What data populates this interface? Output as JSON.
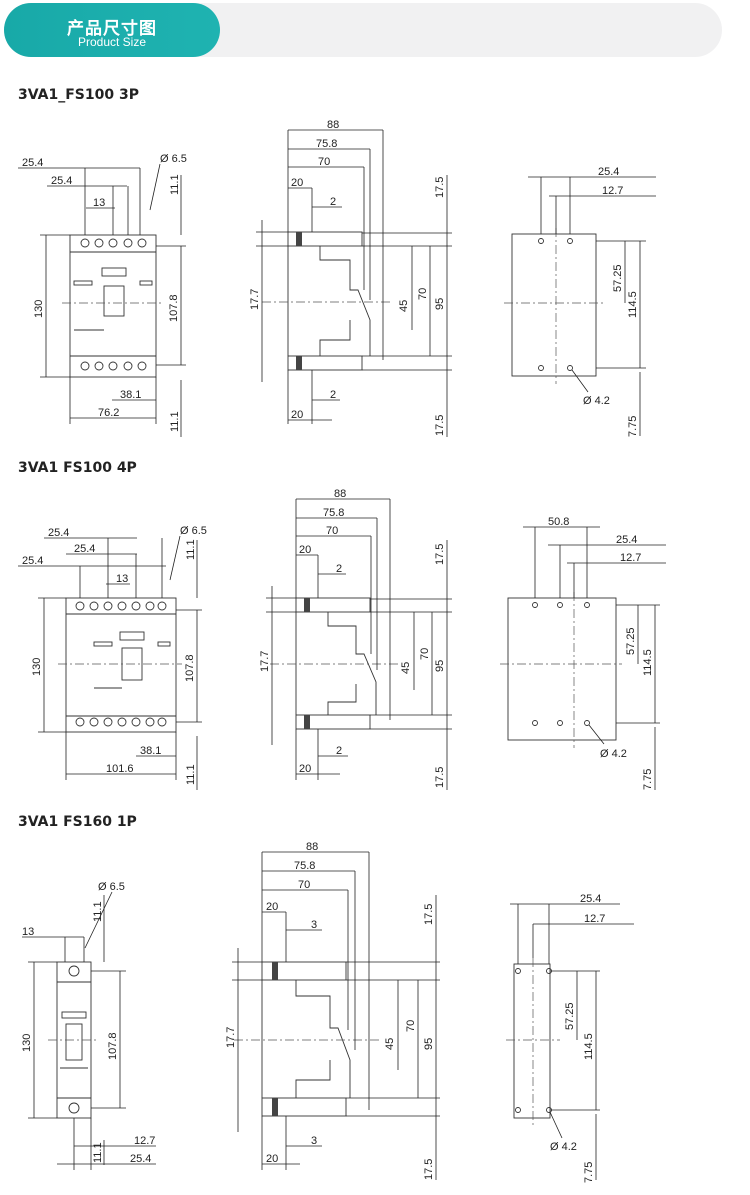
{
  "header": {
    "title_cn": "产品尺寸图",
    "title_en": "Product Size"
  },
  "sections": [
    {
      "title": "3VA1_FS100 3P"
    },
    {
      "title": "3VA1 FS100 4P"
    },
    {
      "title": "3VA1 FS160 1P"
    }
  ],
  "dims": {
    "s1": {
      "front": [
        "25.4",
        "25.4",
        "13",
        "Ø 6.5",
        "11.1",
        "130",
        "107.8",
        "38.1",
        "76.2",
        "11.1"
      ],
      "side": [
        "88",
        "75.8",
        "70",
        "20",
        "2",
        "17.5",
        "17.7",
        "45",
        "70",
        "95",
        "20",
        "2",
        "17.5"
      ],
      "mount": [
        "25.4",
        "12.7",
        "57.25",
        "114.5",
        "Ø 4.2",
        "7.75"
      ]
    },
    "s2": {
      "front": [
        "25.4",
        "25.4",
        "25.4",
        "13",
        "Ø 6.5",
        "11.1",
        "130",
        "107.8",
        "38.1",
        "101.6",
        "11.1"
      ],
      "side": [
        "88",
        "75.8",
        "70",
        "20",
        "2",
        "17.5",
        "17.7",
        "45",
        "70",
        "95",
        "2",
        "20",
        "17.5"
      ],
      "mount": [
        "50.8",
        "25.4",
        "12.7",
        "57.25",
        "114.5",
        "Ø 4.2",
        "7.75"
      ]
    },
    "s3": {
      "front": [
        "Ø 6.5",
        "13",
        "11.1",
        "130",
        "107.8",
        "12.7",
        "11.1",
        "25.4"
      ],
      "side": [
        "88",
        "75.8",
        "70",
        "20",
        "3",
        "17.5",
        "17.7",
        "45",
        "70",
        "95",
        "3",
        "20",
        "17.5"
      ],
      "mount": [
        "25.4",
        "12.7",
        "57.25",
        "114.5",
        "Ø 4.2",
        "7.75"
      ]
    }
  }
}
